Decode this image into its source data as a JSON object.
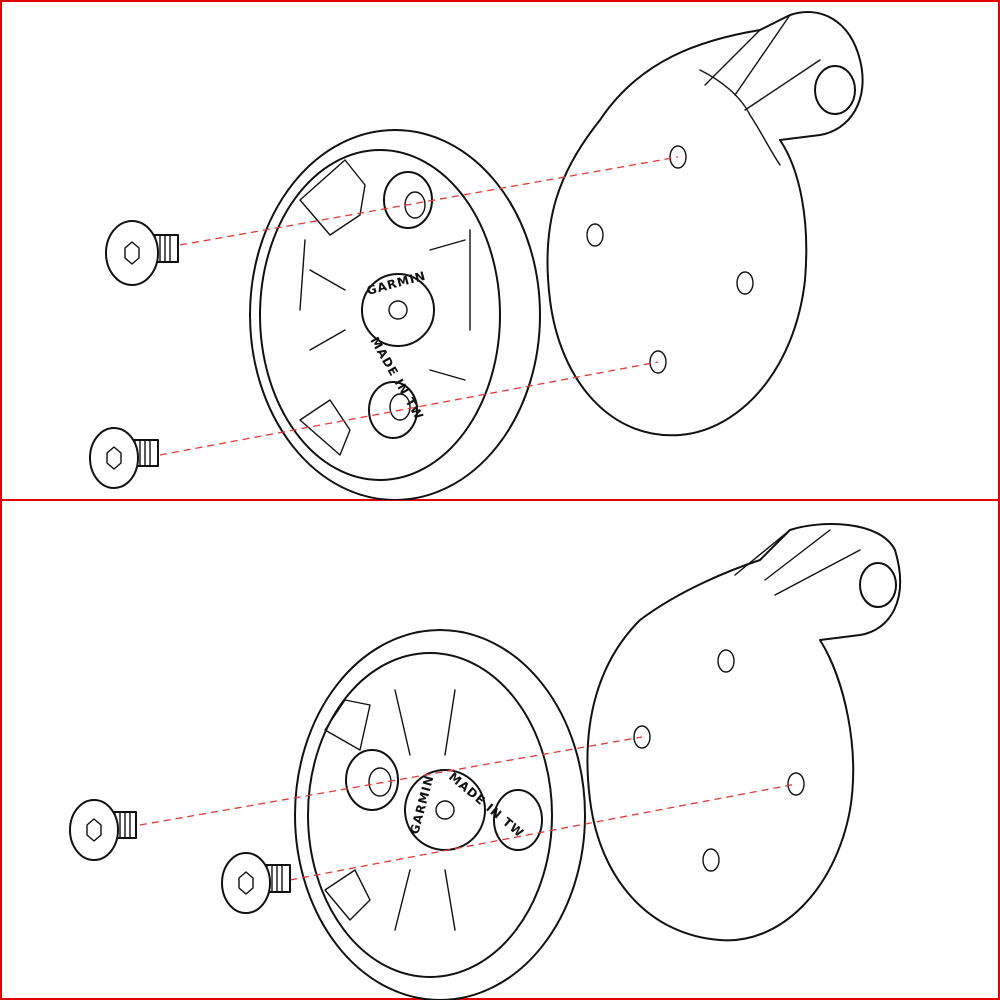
{
  "figure": {
    "border_color": "#e00000",
    "guide_color": "#e53935",
    "panels": [
      {
        "id": "top",
        "mount_logo": {
          "brand": "GARMIN",
          "origin": "MADE IN TW"
        },
        "parts": [
          "screw",
          "screw",
          "garmin-mount",
          "gopro-adapter-plate"
        ]
      },
      {
        "id": "bottom",
        "mount_logo": {
          "brand": "GARMIN",
          "origin": "MADE IN TW"
        },
        "parts": [
          "screw",
          "screw",
          "garmin-mount",
          "gopro-adapter-plate"
        ]
      }
    ]
  }
}
